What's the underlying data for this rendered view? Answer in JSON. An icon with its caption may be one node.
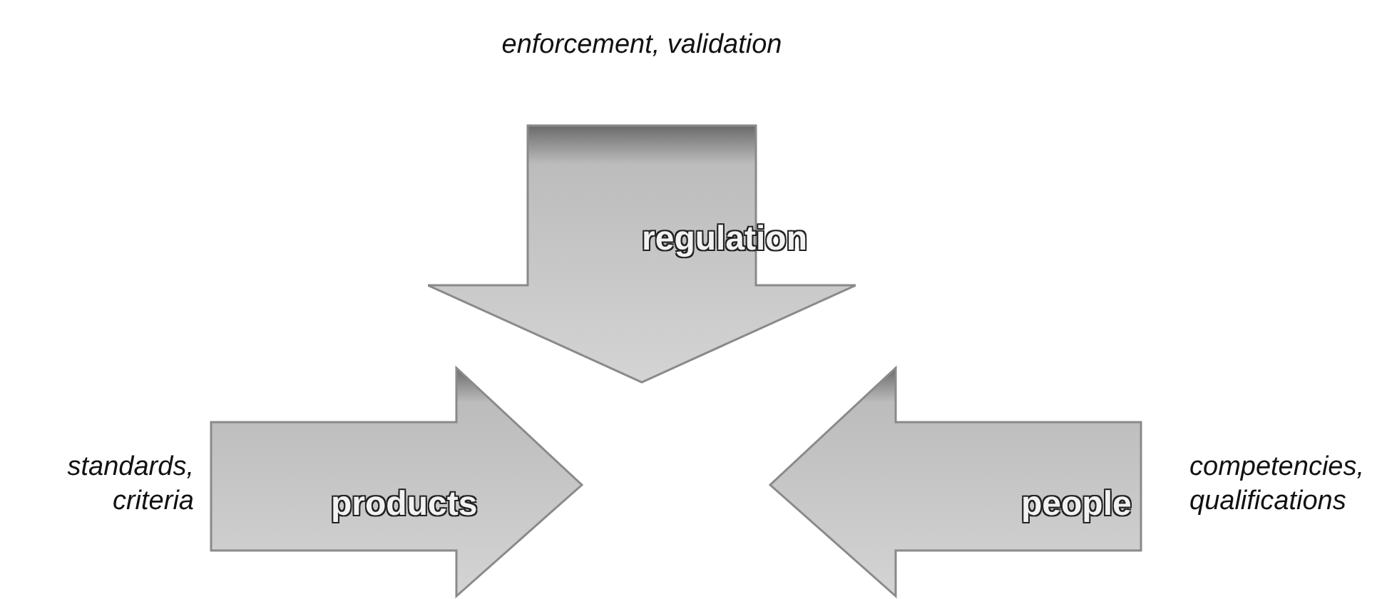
{
  "diagram": {
    "nodes": [
      {
        "text": [
          "regulation"
        ],
        "beside": [
          "enforcement, validation"
        ]
      },
      {
        "text": [
          "products"
        ],
        "beside": [
          "standards, criteria"
        ]
      },
      {
        "text": [
          "people"
        ],
        "beside": [
          "competencies, qualifications"
        ]
      }
    ]
  }
}
